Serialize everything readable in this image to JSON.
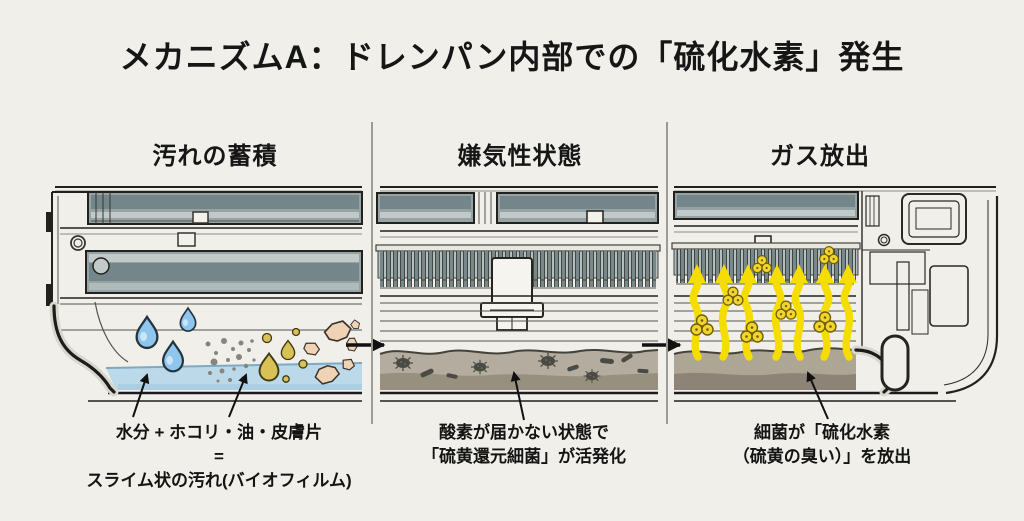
{
  "title": "メカニズムA：ドレンパン内部での「硫化水素」発生",
  "stages": [
    {
      "header": "汚れの蓄積",
      "caption_lines": [
        "水分 + ホコリ・油・皮膚片",
        "=",
        "スライム状の汚れ(バイオフィルム)"
      ]
    },
    {
      "header": "嫌気性状態",
      "caption_lines": [
        "酸素が届かない状態で",
        "「硫黄還元細菌」が活発化"
      ]
    },
    {
      "header": "ガス放出",
      "caption_lines": [
        "細菌が「硫化水素",
        "（硫黄の臭い）」を放出"
      ]
    }
  ],
  "colors": {
    "background": "#f0efe9",
    "gas_yellow": "#f6dd00",
    "water_blue": "#bcd9ea",
    "sludge_tan": "#b2ab9d",
    "outline_dark": "#1c1c1c"
  }
}
